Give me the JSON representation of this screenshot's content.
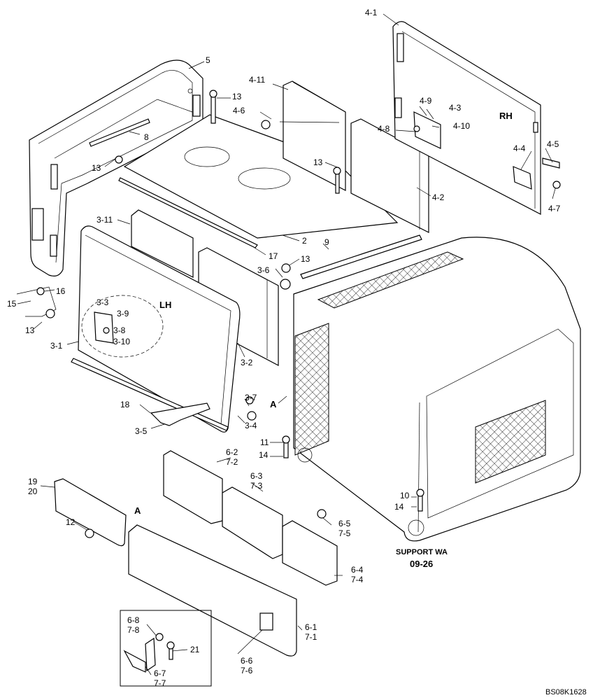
{
  "labels": {
    "l4_1": "4-1",
    "l5": "5",
    "l4_11": "4-11",
    "l13a": "13",
    "l4_6": "4-6",
    "l4_9": "4-9",
    "l4_3": "4-3",
    "l4_8": "4-8",
    "l4_10": "4-10",
    "lRH": "RH",
    "l8": "8",
    "l13b": "13",
    "l13c": "13",
    "l4_5": "4-5",
    "l4_4": "4-4",
    "l4_2": "4-2",
    "l4_7": "4-7",
    "l3_11": "3-11",
    "l2": "2",
    "l17": "17",
    "l9": "9",
    "l13d": "13",
    "l3_6": "3-6",
    "l16": "16",
    "l15": "15",
    "l13e": "13",
    "lLH": "LH",
    "l3_3": "3-3",
    "l3_9": "3-9",
    "l3_8": "3-8",
    "l3_10": "3-10",
    "l3_1": "3-1",
    "l3_2": "3-2",
    "lA1": "A",
    "l3_7": "3-7",
    "l18": "18",
    "l3_4": "3-4",
    "l3_5": "3-5",
    "l11": "11",
    "l14a": "14",
    "l6_2": "6-2",
    "l7_2": "7-2",
    "l6_3": "6-3",
    "l7_3": "7-3",
    "l19": "19",
    "l20": "20",
    "l10": "10",
    "l14b": "14",
    "l12": "12",
    "lA2": "A",
    "l6_5": "6-5",
    "l7_5": "7-5",
    "lSupport": "SUPPORT WA",
    "l09_26": "09-26",
    "l6_4": "6-4",
    "l7_4": "7-4",
    "l6_1": "6-1",
    "l7_1": "7-1",
    "l6_8": "6-8",
    "l7_8": "7-8",
    "l21": "21",
    "l6_6": "6-6",
    "l7_6": "7-6",
    "l6_7": "6-7",
    "l7_7": "7-7",
    "code": "BS08K1628"
  }
}
